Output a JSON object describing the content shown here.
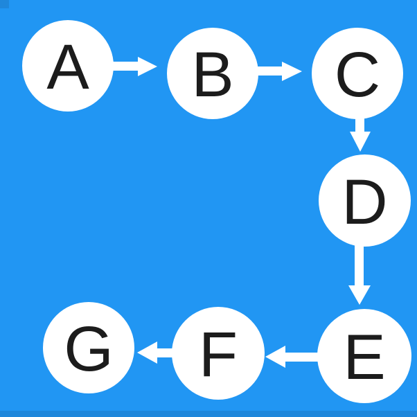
{
  "colors": {
    "background": "#2196f3",
    "edge_band": "#1f87db",
    "node_fill": "#ffffff",
    "node_text": "#1c1c1c",
    "arrow": "#ffffff"
  },
  "diagram": {
    "type": "flowchart",
    "nodes": [
      {
        "label": "A"
      },
      {
        "label": "B"
      },
      {
        "label": "C"
      },
      {
        "label": "D"
      },
      {
        "label": "E"
      },
      {
        "label": "F"
      },
      {
        "label": "G"
      }
    ],
    "edges": [
      {
        "from": "A",
        "to": "B",
        "direction": "right"
      },
      {
        "from": "B",
        "to": "C",
        "direction": "right"
      },
      {
        "from": "C",
        "to": "D",
        "direction": "down"
      },
      {
        "from": "D",
        "to": "E",
        "direction": "down"
      },
      {
        "from": "E",
        "to": "F",
        "direction": "left"
      },
      {
        "from": "F",
        "to": "G",
        "direction": "left"
      }
    ]
  }
}
